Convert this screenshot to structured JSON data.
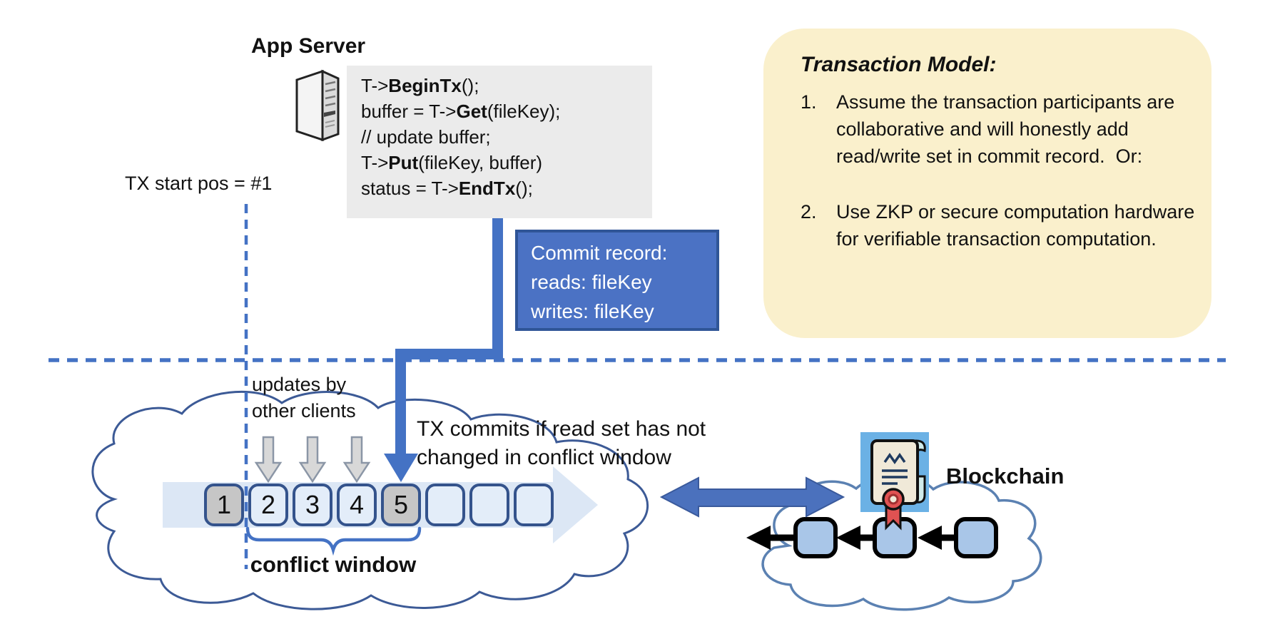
{
  "app_server": {
    "label": "App Server",
    "icon": "server-tower-icon"
  },
  "code": {
    "line1_pre": "T->",
    "line1_fn": "BeginTx",
    "line1_post": "();",
    "line2_pre": "buffer = T->",
    "line2_fn": "Get",
    "line2_post": "(fileKey);",
    "line3_pre": "// update buffer;",
    "line4_pre": "T->",
    "line4_fn": "Put",
    "line4_post": "(fileKey, buffer)",
    "line5_pre": "status = T->",
    "line5_fn": "EndTx",
    "line5_post": "();"
  },
  "tx_start": {
    "label": "TX start pos = #1"
  },
  "commit_record": {
    "title": "Commit record:",
    "reads": "reads: fileKey",
    "writes": "writes: fileKey"
  },
  "transaction_model": {
    "title": "Transaction Model:",
    "item1_num": "1.",
    "item1_text": "Assume the transaction participants are collaborative and will honestly add read/write set in commit record.  Or:",
    "item2_num": "2.",
    "item2_text": "Use ZKP or secure computation hardware for verifiable transaction computation."
  },
  "updates_label": {
    "line1": "updates by",
    "line2": "other clients"
  },
  "commit_condition": {
    "line1": "TX commits if read set has not",
    "line2": "changed in conflict window"
  },
  "conflict_window": {
    "label": "conflict window"
  },
  "timeline": {
    "blocks": [
      {
        "label": "1",
        "highlighted": true
      },
      {
        "label": "2",
        "highlighted": false
      },
      {
        "label": "3",
        "highlighted": false
      },
      {
        "label": "4",
        "highlighted": false
      },
      {
        "label": "5",
        "highlighted": true
      },
      {
        "label": "",
        "highlighted": false
      },
      {
        "label": "",
        "highlighted": false
      },
      {
        "label": "",
        "highlighted": false
      }
    ]
  },
  "blockchain": {
    "label": "Blockchain",
    "chain_block_count": 3,
    "icon": "certificate-scroll-icon"
  },
  "colors": {
    "accent_blue": "#4472C4",
    "commit_box_fill": "#4B72C4",
    "commit_box_border": "#2F5597",
    "block_border": "#34538C",
    "block_light_fill": "#E3EDF9",
    "block_gray_fill": "#C6C6C6",
    "band_fill": "#DCE7F5",
    "cloud_stroke_left": "#3C5A96",
    "cloud_stroke_right": "#5B81B2",
    "yellow_panel_bg": "#FAF0CC",
    "code_bg": "#EBEBEB",
    "chain_block_fill": "#A9C6E8",
    "icon_bg_blue": "#6BB1E5",
    "seal_red": "#E05252",
    "gray_arrow_fill": "#D8D8D8"
  }
}
